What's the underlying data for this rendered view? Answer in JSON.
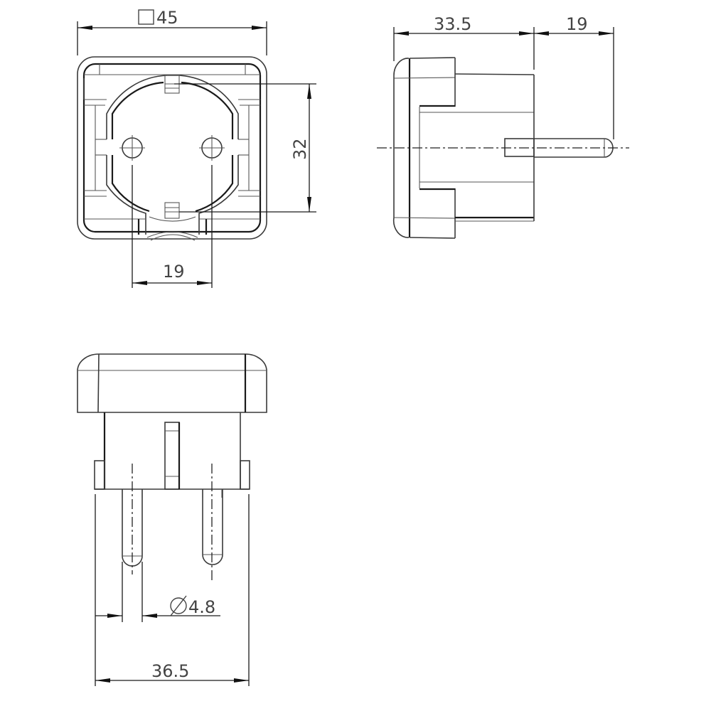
{
  "drawing": {
    "subject": "Plug adapter (Schuko socket to plug) technical drawing",
    "views": {
      "front": {
        "label": "front-view",
        "dimensions": {
          "width": {
            "symbol": "square",
            "value": "45"
          },
          "socket_height": {
            "value": "32"
          },
          "pin_spacing": {
            "value": "19"
          }
        }
      },
      "side": {
        "label": "side-view",
        "dimensions": {
          "body_depth": {
            "value": "33.5"
          },
          "pin_length": {
            "value": "19"
          }
        }
      },
      "bottom": {
        "label": "bottom-view",
        "dimensions": {
          "pin_diameter": {
            "symbol": "Ø",
            "value": "4.8"
          },
          "base_width": {
            "value": "36.5"
          }
        }
      }
    },
    "colors": {
      "line": "#3a3a3a",
      "dimension": "#1a1a1a",
      "text": "#444444",
      "background": "#ffffff"
    }
  }
}
